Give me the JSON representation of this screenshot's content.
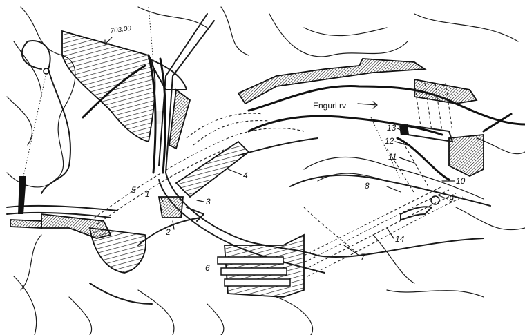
{
  "river_label": "Enguri rv",
  "elevation_label": "703.00",
  "markers": [
    "1",
    "2",
    "3",
    "4",
    "5",
    "6",
    "7",
    "8",
    "9",
    "10",
    "11",
    "12",
    "13",
    "14"
  ]
}
